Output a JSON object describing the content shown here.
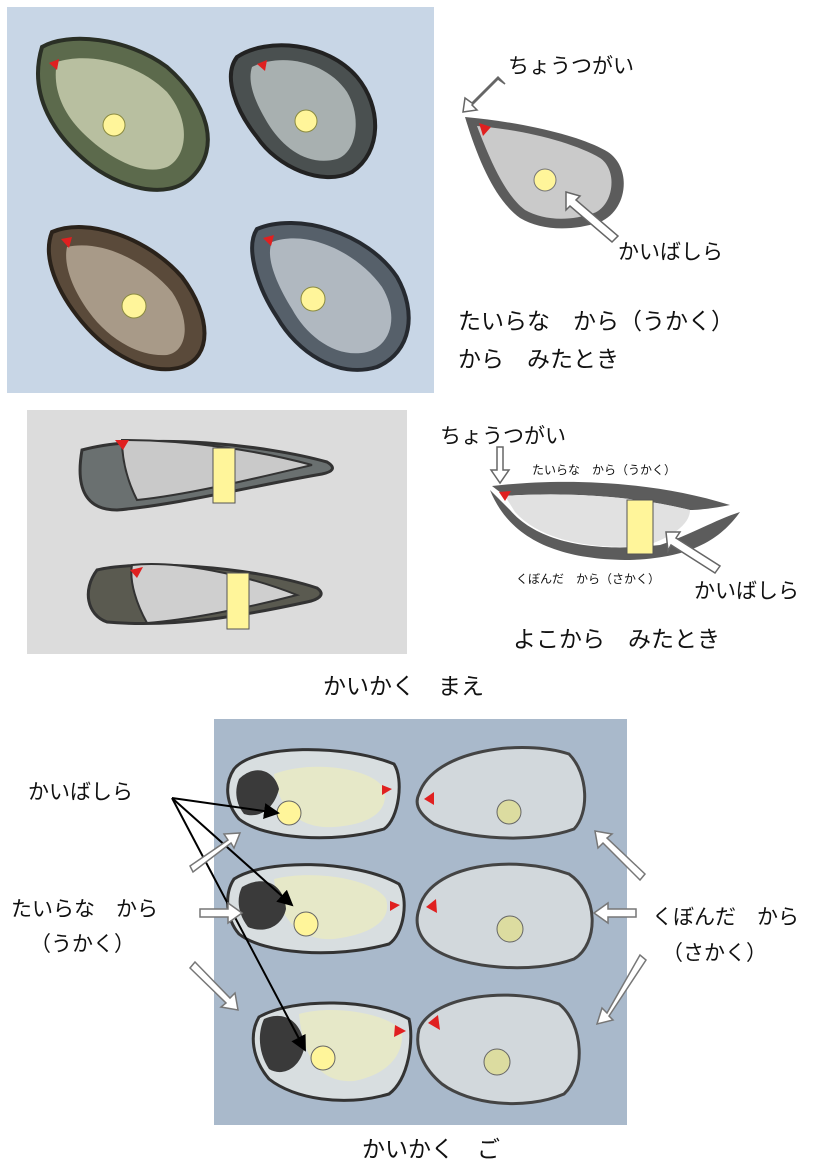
{
  "top_section": {
    "hinge_label": "ちょうつがい",
    "muscle_label": "かいばしら",
    "view_caption_line1": "たいらな　から（うかく）",
    "view_caption_line2": "から　みたとき"
  },
  "side_section": {
    "hinge_label": "ちょうつがい",
    "flat_shell_label": "たいらな　から（うかく）",
    "cupped_shell_label": "くぼんだ　から（さかく）",
    "muscle_label": "かいばしら",
    "view_caption": "よこから　みたとき"
  },
  "before_caption": "かいかく　まえ",
  "after_section": {
    "muscle_label": "かいばしら",
    "flat_shell_line1": "たいらな　から",
    "flat_shell_line2": "（うかく）",
    "cupped_shell_line1": "くぼんだ　から",
    "cupped_shell_line2": "（さかく）",
    "caption": "かいかく　ご"
  },
  "colors": {
    "photo_bg_top": "#c8d6e6",
    "photo_bg_side": "#dcdcdc",
    "photo_bg_bottom": "#a9b9cb",
    "muscle_yellow": "#fff59a",
    "hinge_red": "#e02020",
    "shell_dark": "#5a5a5a",
    "shell_fill": "#c8c8c8"
  }
}
